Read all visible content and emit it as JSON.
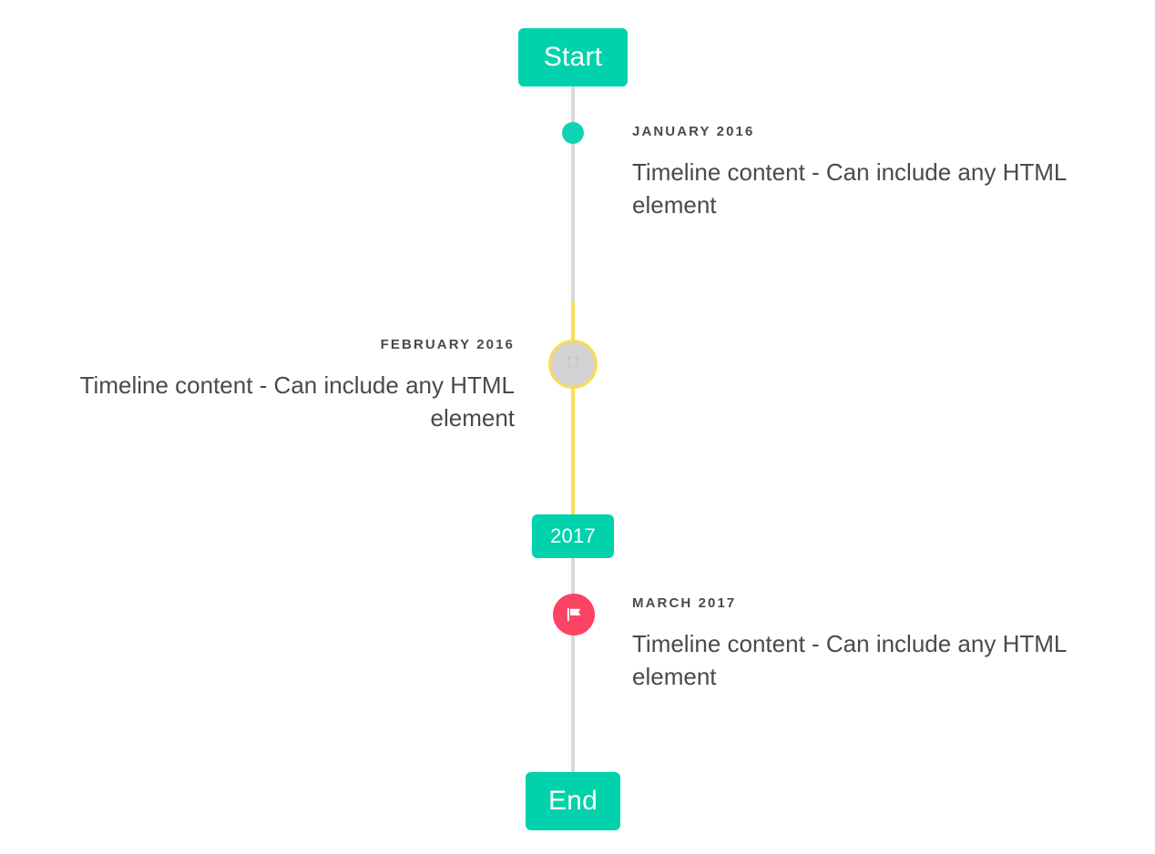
{
  "page": {
    "title": "Vertical Timeline",
    "background_color": "#ffffff",
    "accent_color": "#00d2ab",
    "highlight_color": "#fcdc53",
    "flag_color": "#fb4464",
    "line_color": "#d8d8d8",
    "text_color": "#4a4a4a"
  },
  "badges": {
    "start": "Start",
    "year": "2017",
    "end": "End"
  },
  "entries": [
    {
      "date": "January 2016",
      "body": "Timeline content - Can include any HTML element",
      "side": "right",
      "marker": "dot-icon",
      "marker_color": "#0fd4b1"
    },
    {
      "date": "February 2016",
      "body": "Timeline content - Can include any HTML element",
      "side": "left",
      "marker": "broken-image-icon",
      "marker_color": "#d2d2d2",
      "marker_ring_color": "#fcdc53"
    },
    {
      "date": "March 2017",
      "body": "Timeline content - Can include any HTML element",
      "side": "right",
      "marker": "flag-icon",
      "marker_color": "#fb4464"
    }
  ]
}
